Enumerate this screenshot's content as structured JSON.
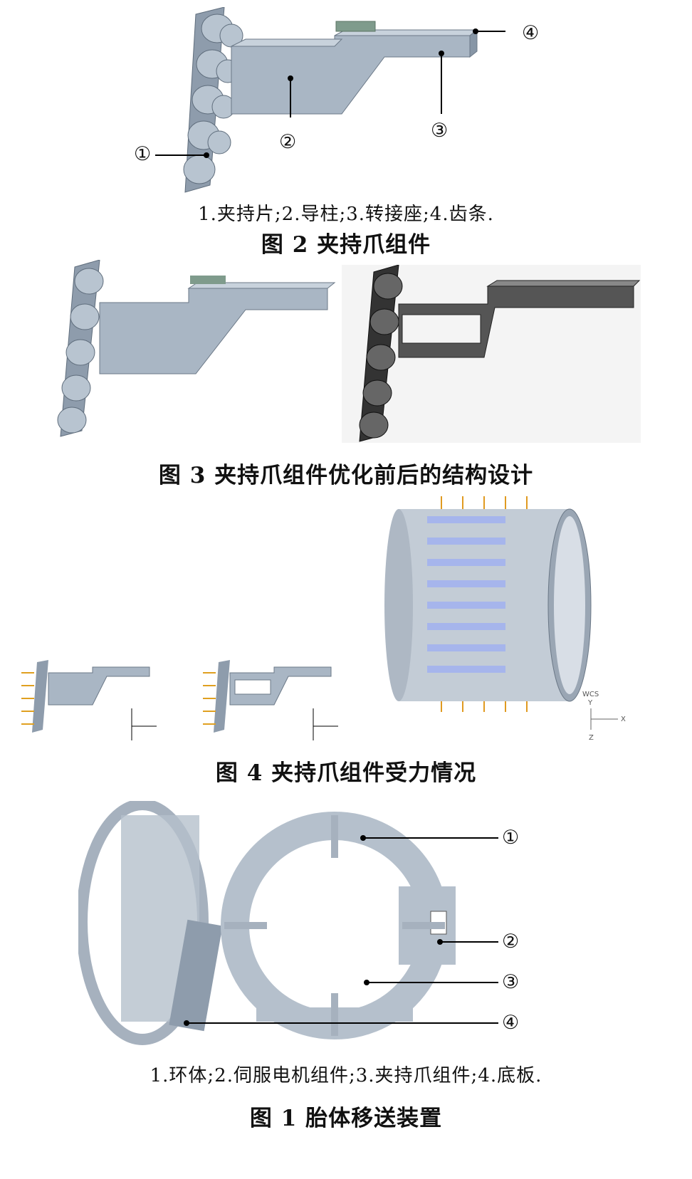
{
  "fig2": {
    "callouts": [
      "①",
      "②",
      "③",
      "④"
    ],
    "legend": "1.夹持片;2.导柱;3.转接座;4.齿条.",
    "title": "图 2  夹持爪组件"
  },
  "fig3": {
    "title": "图 3  夹持爪组件优化前后的结构设计"
  },
  "fig4": {
    "axis_labels": {
      "wcs": "WCS",
      "x": "X",
      "y": "Y",
      "z": "Z"
    },
    "title": "图 4  夹持爪组件受力情况"
  },
  "fig1": {
    "callouts": [
      "①",
      "②",
      "③",
      "④"
    ],
    "legend": "1.环体;2.伺服电机组件;3.夹持爪组件;4.底板.",
    "title": "图 1  胎体移送装置"
  }
}
